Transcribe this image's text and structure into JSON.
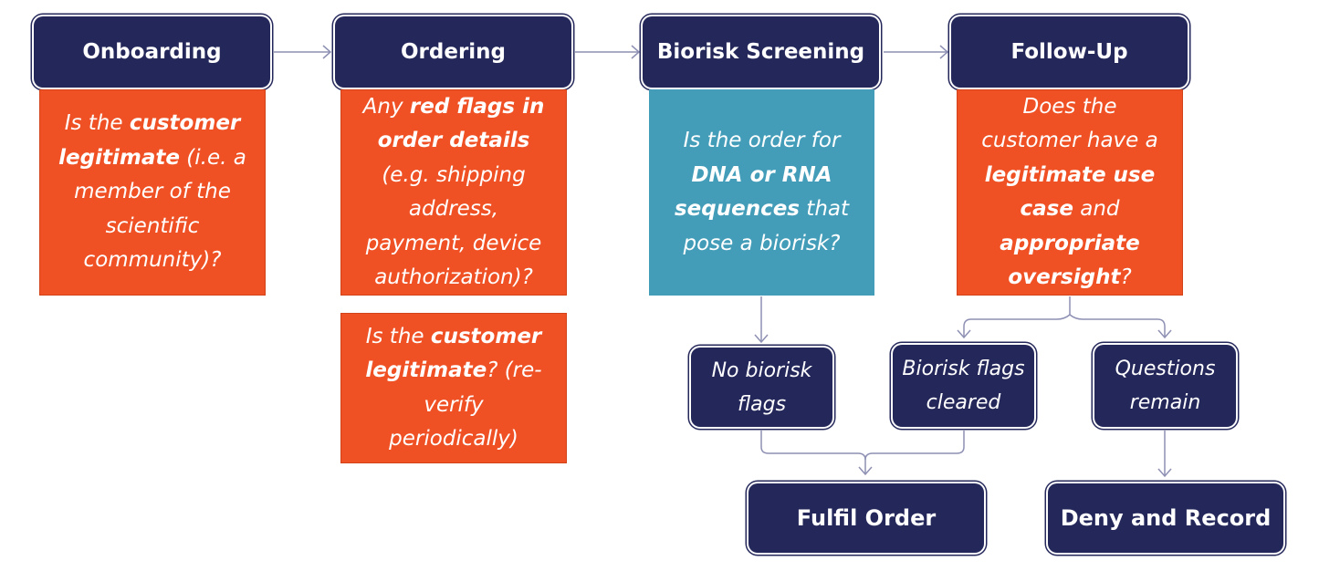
{
  "stages": [
    {
      "key": "onboarding",
      "label": "Onboarding"
    },
    {
      "key": "ordering",
      "label": "Ordering"
    },
    {
      "key": "screening",
      "label": "Biorisk Screening"
    },
    {
      "key": "followup",
      "label": "Follow-Up"
    }
  ],
  "questions": {
    "onboarding": {
      "t1": "Is the ",
      "b1": "customer legitimate",
      "t2": " (i.e. a member of the scientific community)?"
    },
    "ordering_flags": {
      "t1": "Any ",
      "b1": "red flags in order details",
      "t2": " (e.g. shipping address, payment, device authorization)?"
    },
    "ordering_reverify": {
      "t1": "Is the ",
      "b1": "customer legitimate",
      "t2": "? (re-verify periodically)"
    },
    "screening": {
      "t1": "Is the order for ",
      "b1": "DNA or RNA sequences",
      "t2": " that pose a biorisk?"
    },
    "followup": {
      "t1": "Does the customer have a ",
      "b1": "legitimate use case",
      "t2": " and ",
      "b2": "appropriate oversight",
      "t3": "?"
    }
  },
  "outcomes": {
    "no_flags": "No biorisk flags",
    "flags_cleared": "Biorisk flags cleared",
    "questions_remain": "Questions remain"
  },
  "results": {
    "fulfil": "Fulfil Order",
    "deny": "Deny and Record"
  },
  "colors": {
    "navy": "#24275a",
    "orange": "#ef5125",
    "teal": "#439db9",
    "connector": "#8e90b4"
  }
}
